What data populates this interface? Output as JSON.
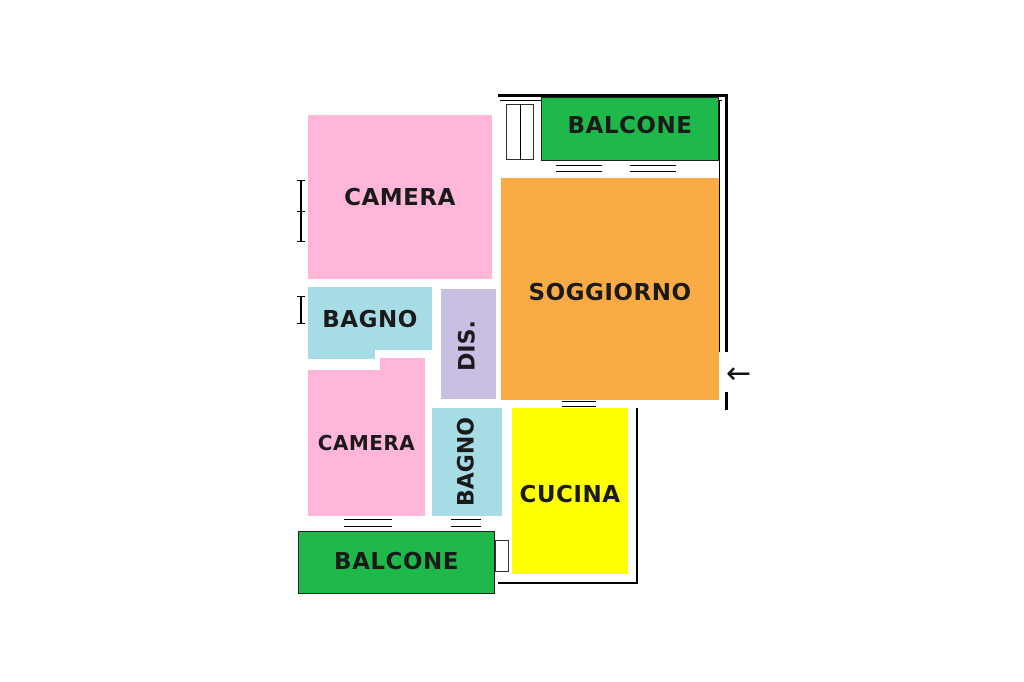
{
  "rooms": {
    "balcone_top": "BALCONE",
    "camera_top": "CAMERA",
    "soggiorno": "SOGGIORNO",
    "bagno_left": "BAGNO",
    "dis": "DIS.",
    "camera_bottom": "CAMERA",
    "bagno_center": "BAGNO",
    "cucina": "CUCINA",
    "balcone_bottom": "BALCONE"
  },
  "colors": {
    "camera": "#ffb6d9",
    "bagno": "#a6dce6",
    "dis": "#c8bfe3",
    "soggiorno": "#fbab45",
    "cucina": "#ffff00",
    "balcone": "#1fb84a",
    "wall": "#000000"
  },
  "entrance_arrow": "←"
}
